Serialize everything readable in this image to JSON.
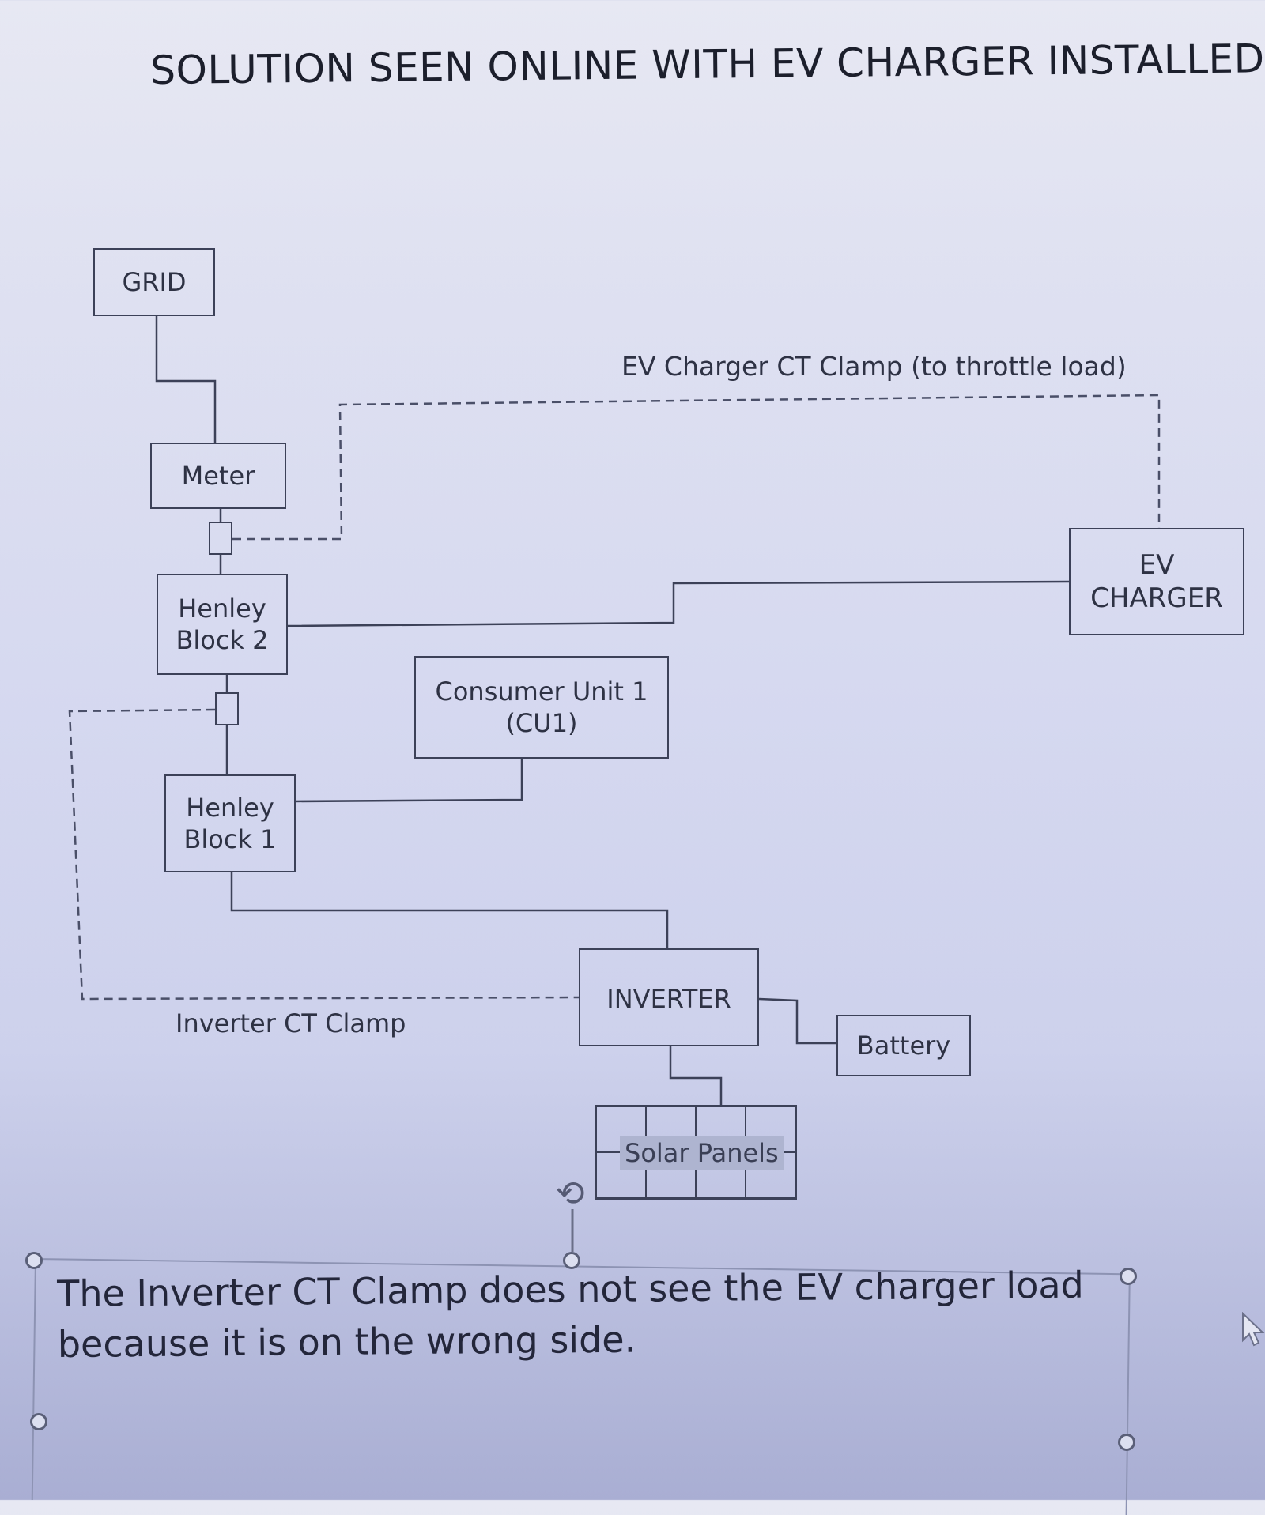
{
  "title": "SOLUTION SEEN ONLINE WITH EV CHARGER INSTALLED",
  "nodes": {
    "grid": "GRID",
    "meter": "Meter",
    "henley_block_2": "Henley\nBlock 2",
    "ev_charger": "EV\nCHARGER",
    "consumer_unit_1": "Consumer Unit 1\n(CU1)",
    "henley_block_1": "Henley\nBlock 1",
    "inverter": "INVERTER",
    "battery": "Battery",
    "solar_panels": "Solar Panels"
  },
  "labels": {
    "ev_ct_clamp": "EV Charger CT Clamp (to throttle load)",
    "inverter_ct_clamp": "Inverter CT Clamp"
  },
  "note": "The Inverter CT Clamp does not see the EV charger load because it is on the wrong side.",
  "colors": {
    "line": "#3c4158",
    "dashed_line": "#4a4f68",
    "solar_label_bg": "#aeb4d0"
  }
}
